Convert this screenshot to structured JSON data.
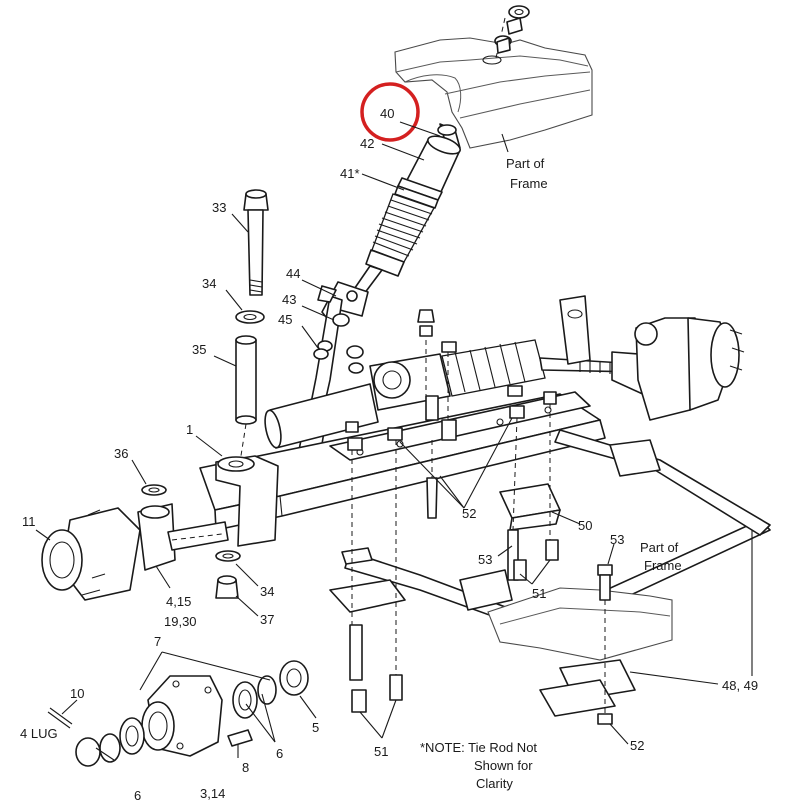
{
  "callouts": {
    "c40": "40",
    "c42": "42",
    "c41": "41*",
    "c33": "33",
    "c34_top": "34",
    "c35": "35",
    "c44": "44",
    "c43": "43",
    "c45": "45",
    "c1": "1",
    "c36": "36",
    "c11": "11",
    "c4_15": "4,15",
    "c19_30": "19,30",
    "c34_bottom": "34",
    "c37": "37",
    "c52_mid": "52",
    "c50": "50",
    "c53_left": "53",
    "c51_right": "51",
    "c53_right": "53",
    "c48_49": "48, 49",
    "c52_bottom": "52",
    "c51_bottom": "51",
    "c7": "7",
    "c10": "10",
    "c4lug": "4 LUG",
    "c6_left": "6",
    "c8": "8",
    "c3_14": "3,14",
    "c6_right": "6",
    "c5": "5"
  },
  "labels": {
    "frame_top_line1": "Part of",
    "frame_top_line2": "Frame",
    "frame_bottom_line1": "Part of",
    "frame_bottom_line2": "Frame"
  },
  "note": {
    "line1": "*NOTE: Tie Rod Not",
    "line2": "Shown for",
    "line3": "Clarity"
  },
  "colors": {
    "highlight": "#d42020",
    "ink": "#1a1a1a"
  }
}
